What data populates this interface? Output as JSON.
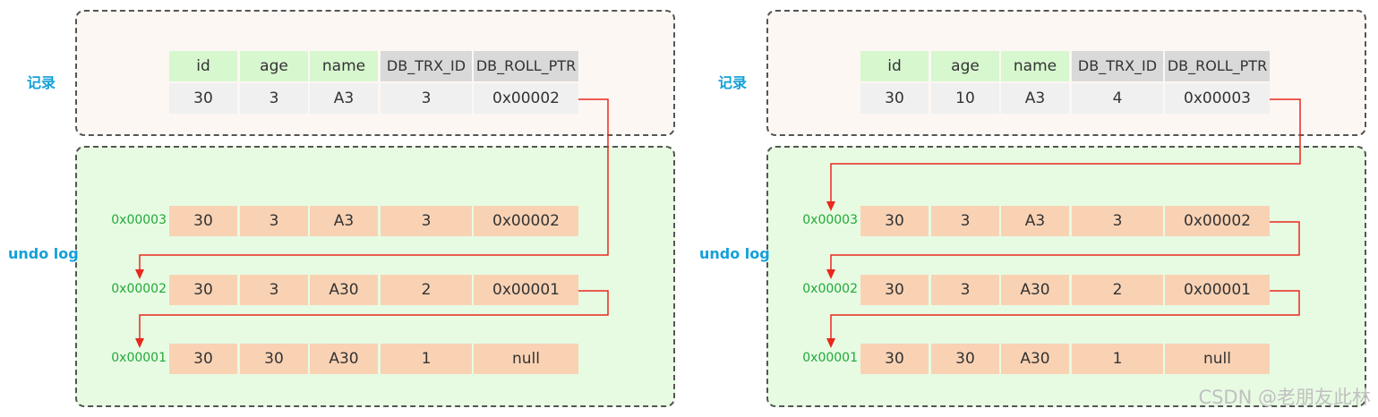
{
  "panels": [
    {
      "record_label": "记录",
      "undo_label": "undo log",
      "headers": [
        "id",
        "age",
        "name",
        "DB_TRX_ID",
        "DB_ROLL_PTR"
      ],
      "record_row": [
        "30",
        "3",
        "A3",
        "3",
        "0x00002"
      ],
      "undo_rows": [
        {
          "address": "0x00003",
          "cells": [
            "30",
            "3",
            "A3",
            "3",
            "0x00002"
          ]
        },
        {
          "address": "0x00002",
          "cells": [
            "30",
            "3",
            "A30",
            "2",
            "0x00001"
          ]
        },
        {
          "address": "0x00001",
          "cells": [
            "30",
            "30",
            "A30",
            "1",
            "null"
          ]
        }
      ]
    },
    {
      "record_label": "记录",
      "undo_label": "undo log",
      "headers": [
        "id",
        "age",
        "name",
        "DB_TRX_ID",
        "DB_ROLL_PTR"
      ],
      "record_row": [
        "30",
        "10",
        "A3",
        "4",
        "0x00003"
      ],
      "undo_rows": [
        {
          "address": "0x00003",
          "cells": [
            "30",
            "3",
            "A3",
            "3",
            "0x00002"
          ]
        },
        {
          "address": "0x00002",
          "cells": [
            "30",
            "3",
            "A30",
            "2",
            "0x00001"
          ]
        },
        {
          "address": "0x00001",
          "cells": [
            "30",
            "30",
            "A30",
            "1",
            "null"
          ]
        }
      ]
    }
  ],
  "watermark": "CSDN @老朋友此林",
  "colors": {
    "arrow": "#e8291c",
    "label_blue": "#14a0d8",
    "address_green": "#22a838",
    "header_green": "#d7f7cf",
    "header_gray": "#d9d9d9",
    "undo_cell": "#f9d2b4"
  }
}
